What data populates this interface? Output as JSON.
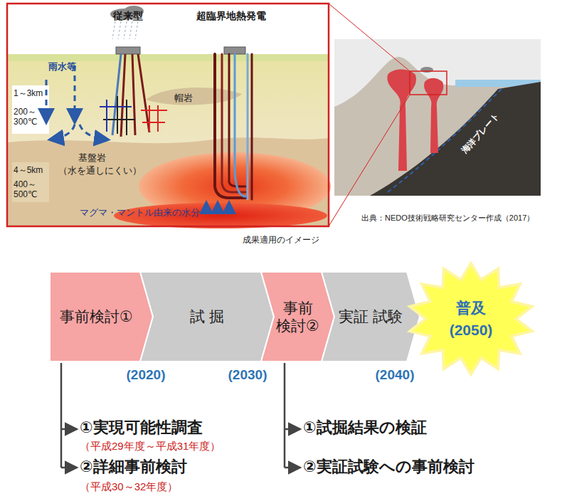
{
  "diagram": {
    "caption": "成果適用のイメージ",
    "nodes": [
      {
        "text": [
          "事前検討①"
        ]
      },
      {
        "text": [
          "試 掘"
        ]
      },
      {
        "text": [
          "事前 検討②"
        ]
      },
      {
        "text": [
          "実証 試験"
        ]
      },
      {
        "text": [
          "普及",
          "(2050)"
        ]
      }
    ],
    "labels": [
      "従来型",
      "超臨界地熱発電",
      "雨水等",
      "1～3km",
      "200～ 300℃",
      "帽岩",
      "基盤岩",
      "（水を通しにくい）",
      "4～5km",
      "400～ 500℃",
      "マグマ・マントル由来の水分",
      "海洋プレート",
      "出典：NEDO技術戦略研究センター作成（2017）",
      "(2020)",
      "(2030)",
      "(2040)",
      "①実現可能性調査",
      "（平成29年度～平成31年度）",
      "②詳細事前検討",
      "（平成30～32年度）",
      "①試掘結果の検証",
      "②実証試験への事前検討"
    ]
  }
}
